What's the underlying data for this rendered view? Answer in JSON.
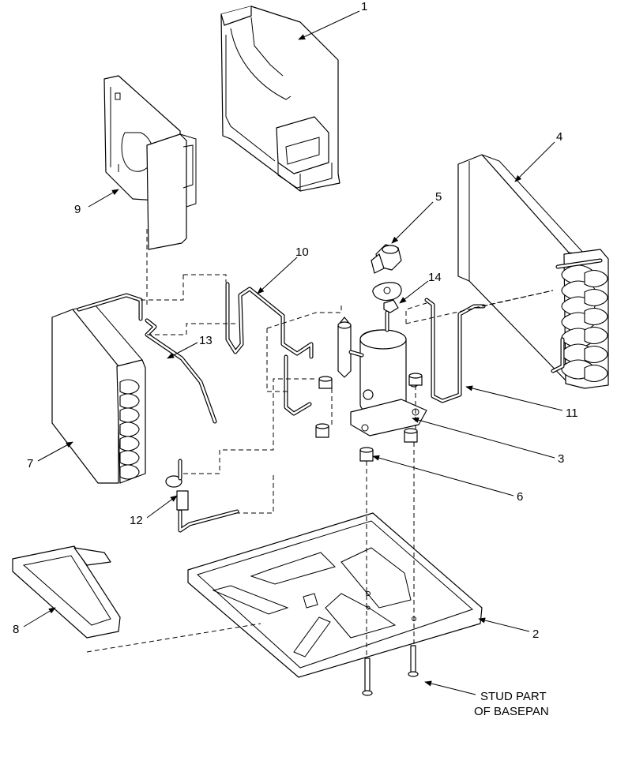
{
  "callouts": [
    {
      "id": "1",
      "label": "1"
    },
    {
      "id": "2",
      "label": "2"
    },
    {
      "id": "3",
      "label": "3"
    },
    {
      "id": "4",
      "label": "4"
    },
    {
      "id": "5",
      "label": "5"
    },
    {
      "id": "6",
      "label": "6"
    },
    {
      "id": "7",
      "label": "7"
    },
    {
      "id": "8",
      "label": "8"
    },
    {
      "id": "9",
      "label": "9"
    },
    {
      "id": "10",
      "label": "10"
    },
    {
      "id": "11",
      "label": "11"
    },
    {
      "id": "12",
      "label": "12"
    },
    {
      "id": "13",
      "label": "13"
    },
    {
      "id": "14",
      "label": "14"
    }
  ],
  "note": {
    "line1": "STUD PART",
    "line2": "OF BASEPAN"
  }
}
